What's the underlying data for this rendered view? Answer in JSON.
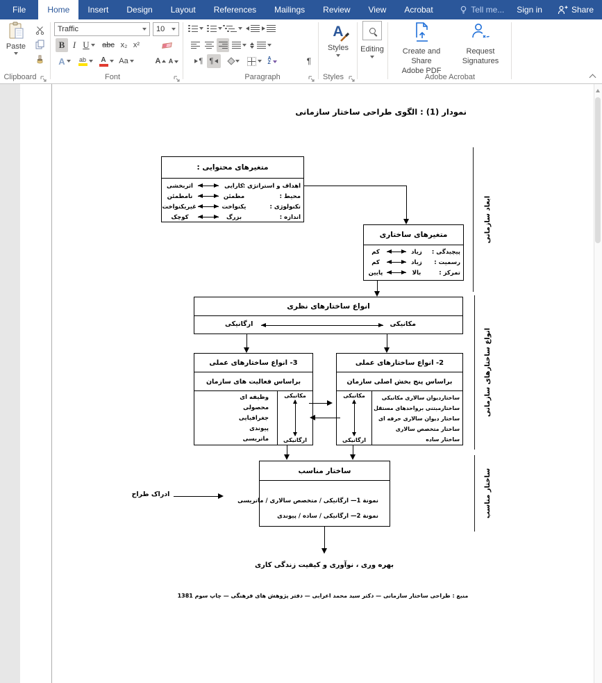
{
  "chrome": {
    "tabs": [
      "File",
      "Home",
      "Insert",
      "Design",
      "Layout",
      "References",
      "Mailings",
      "Review",
      "View",
      "Acrobat"
    ],
    "active_tab": "Home",
    "tell_me": "Tell me...",
    "sign_in": "Sign in",
    "share": "Share",
    "colors": {
      "titlebar": "#2b579a",
      "accent": "#2b579a"
    }
  },
  "ribbon": {
    "font_name": "Traffic",
    "font_size": "10",
    "paste": "Paste",
    "styles": "Styles",
    "editing": "Editing",
    "create_pdf_line1": "Create and Share",
    "create_pdf_line2": "Adobe PDF",
    "request_line1": "Request",
    "request_line2": "Signatures",
    "groups": {
      "clipboard": "Clipboard",
      "font": "Font",
      "paragraph": "Paragraph",
      "styles": "Styles",
      "adobe": "Adobe Acrobat"
    },
    "font_buttons": {
      "bold": "B",
      "italic": "I",
      "underline": "U",
      "strike": "abc",
      "subscript": "x₂",
      "superscript": "x²",
      "case": "Aa",
      "effects": "A",
      "highlight": "ab",
      "color": "A",
      "grow": "A",
      "shrink": "A"
    },
    "icons": {
      "pilcrow": "¶",
      "sort_a": "A",
      "sort_z": "Z"
    }
  },
  "doc": {
    "title": "نمودار (1) :  الگوی طراحی ساختار سازمانی",
    "box_content": {
      "title": "متغیرهای محتوایی :",
      "rows": [
        {
          "label": "اهداف و استراتژی :",
          "near": "کارایی",
          "far": "اثربخشی"
        },
        {
          "label": "محیط :",
          "near": "مطمئن",
          "far": "نامطمئن"
        },
        {
          "label": "تکنولوژی :",
          "near": "یکنواخت",
          "far": "غیریکنواخت"
        },
        {
          "label": "اندازه :",
          "near": "بزرگ",
          "far": "کوچک"
        }
      ]
    },
    "box_struct": {
      "title": "متغیرهای ساختاری",
      "rows": [
        {
          "label": "پیچیدگی :",
          "near": "زیاد",
          "far": "کم"
        },
        {
          "label": "رسمیت :",
          "near": "زیاد",
          "far": "کم"
        },
        {
          "label": "تمرکز :",
          "near": "بالا",
          "far": "پایین"
        }
      ]
    },
    "box_theory": {
      "title": "انواع ساختارهای نظری",
      "right": "مکانیکی",
      "left": "ارگانیکی"
    },
    "box_practical_3": {
      "title": "3- انواع ساختارهای عملی",
      "subtitle": "براساس فعالیت های سازمان",
      "items": [
        "وظیفه ای",
        "محصولی",
        "جغرافیایی",
        "پیوندی",
        "ماتریسی"
      ],
      "mech": "مکانیکی",
      "org": "ارگانیکی"
    },
    "box_practical_2": {
      "title": "2- انواع ساختارهای عملی",
      "subtitle": "براساس پنج بخش اصلی سازمان",
      "items": [
        "ساختاردیوان سالاری مکانیکی",
        "ساختارمبتنی برواحدهای مستقل",
        "ساختار دیوان سالاری حرفه ای",
        "ساختار متخصص سالاری",
        "ساختار ساده"
      ],
      "mech": "مکانیکی",
      "org": "ارگانیکی"
    },
    "box_fit": {
      "title": "ساختار مناسب",
      "lines": [
        "نمونة 1— ارگانیکی / متخصص سالاری / ماتریسی",
        "نمونة 2— ارگانیکی / ساده / پیوندی"
      ]
    },
    "perception": "ادراک طراح",
    "outcome": "بهره وری ، نوآوری و کیفیت زندگی کاری",
    "source": "منبع : طراحی ساختار سازمانی — دکتر سید محمد اعرابی — دفتر پژوهش های فرهنگی — چاپ سوم 1381",
    "side_labels": [
      "ابعاد سازمانی",
      "انواع ساختارهای سازمانی",
      "ساختار مناسب"
    ]
  }
}
